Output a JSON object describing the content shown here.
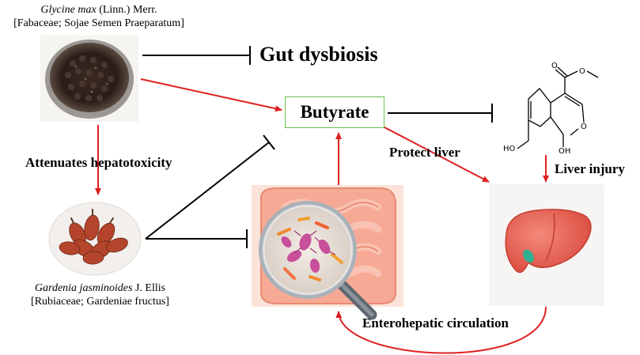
{
  "plants": {
    "soy": {
      "latin": "Glycine max",
      "authority": "(Linn.) Merr.",
      "family_line": "[Fabaceae; Sojae Semen Praeparatum]"
    },
    "gardenia": {
      "latin": "Gardenia jasminoides",
      "authority": "J. Ellis",
      "family_line": "[Rubiaceae; Gardeniae fructus]"
    }
  },
  "nodes": {
    "gut_dysbiosis": "Gut dysbiosis",
    "butyrate": "Butyrate",
    "liver_injury": "Liver injury"
  },
  "edge_labels": {
    "attenuates": "Attenuates hepatotoxicity",
    "protect_liver": "Protect liver",
    "enterohepatic": "Enterohepatic circulation"
  },
  "molecule_atoms": {
    "o_ring": "O",
    "oh_left": "HO",
    "oh_bottom": "OH"
  },
  "colors": {
    "activation": "#e02020",
    "inhibition": "#000000",
    "box_border": "#6abf4b"
  }
}
